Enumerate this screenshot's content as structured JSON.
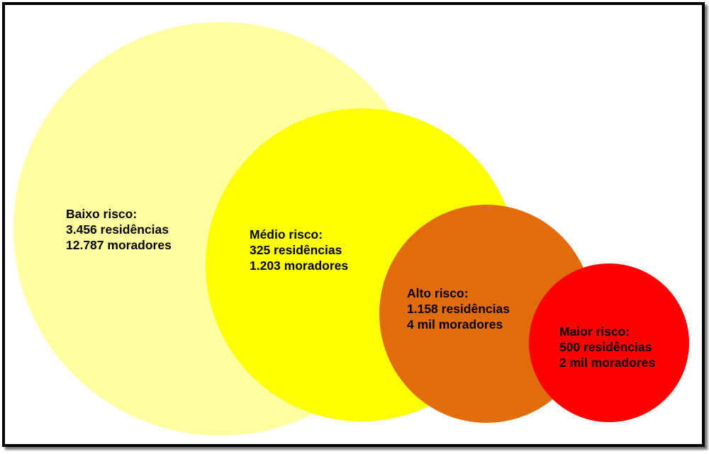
{
  "groups": [
    {
      "title": "Baixo risco:",
      "residences": "3.456 residências",
      "residents": "12.787 moradores",
      "color": "#FFFFA0"
    },
    {
      "title": "Médio risco:",
      "residences": "325 residências",
      "residents": "1.203 moradores",
      "color": "#FFFF00"
    },
    {
      "title": "Alto risco:",
      "residences": "1.158 residências",
      "residents": "4 mil moradores",
      "color": "#E06C0C"
    },
    {
      "title": "Maior risco:",
      "residences": "500 residências",
      "residents": "2 mil moradores",
      "color": "#FF0000"
    }
  ]
}
